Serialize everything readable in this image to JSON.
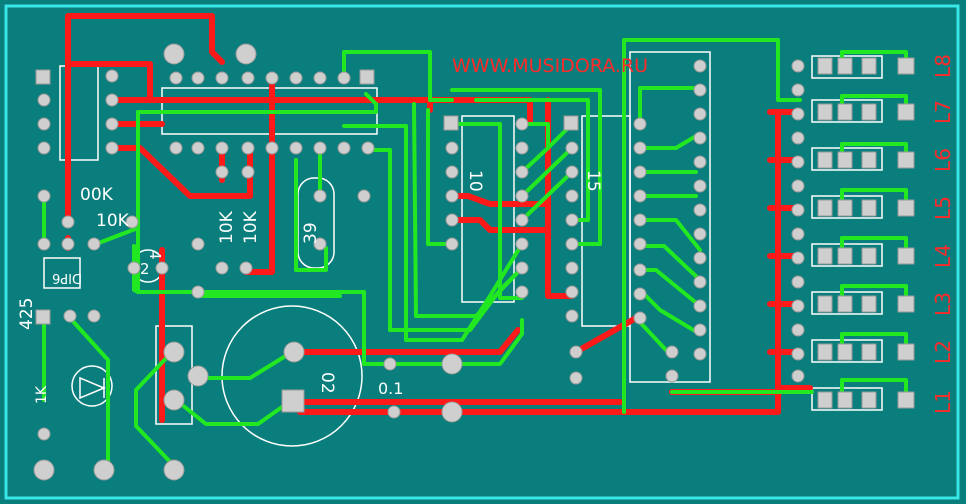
{
  "board": {
    "url_text": "WWW.MUSIDORA.RU",
    "output_labels": [
      "L8",
      "L7",
      "L6",
      "L5",
      "L4",
      "L3",
      "L2",
      "L1"
    ],
    "resistor_labels": [
      "00K",
      "10K",
      "10K",
      "10K"
    ],
    "ic_labels": [
      "10",
      "15"
    ],
    "misc_labels": [
      "425",
      "1K",
      "39",
      "0.1",
      "02",
      "4",
      "2",
      "DIP6"
    ]
  },
  "colors": {
    "board_bg": "#0a7e7c",
    "top_trace": "#ff1a1a",
    "bottom_trace": "#22e822",
    "pad": "#d0d0d0",
    "silkscreen": "#ffffff",
    "border": "#37e6e6"
  }
}
